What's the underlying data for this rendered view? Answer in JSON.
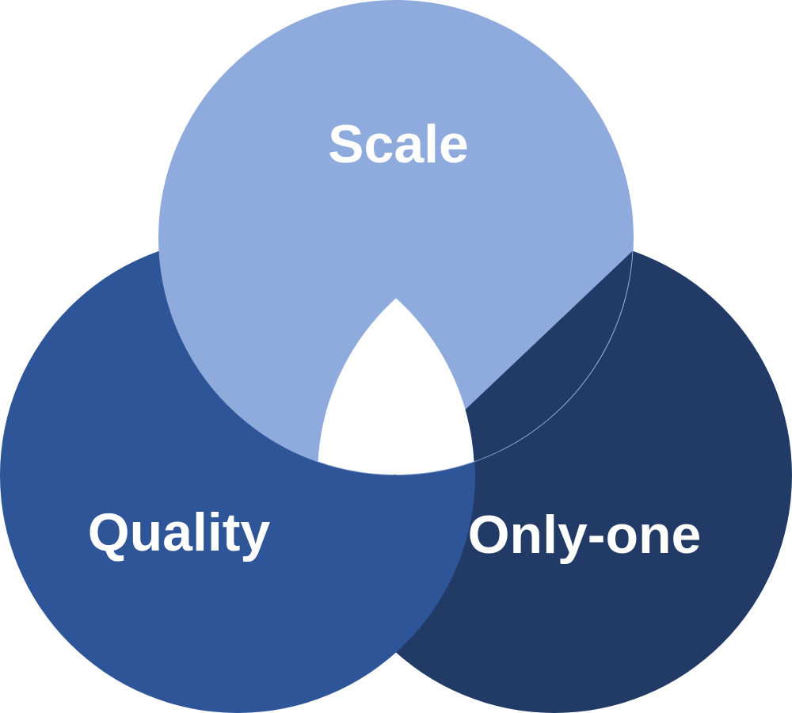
{
  "diagram": {
    "type": "three-circle-venn",
    "circles": {
      "scale": {
        "label": "Scale",
        "color": "#8FAADC"
      },
      "quality": {
        "label": "Quality",
        "color": "#2E5597"
      },
      "only_one": {
        "label": "Only-one",
        "color": "#213A66"
      }
    },
    "center_color": "#FFFFFF"
  }
}
